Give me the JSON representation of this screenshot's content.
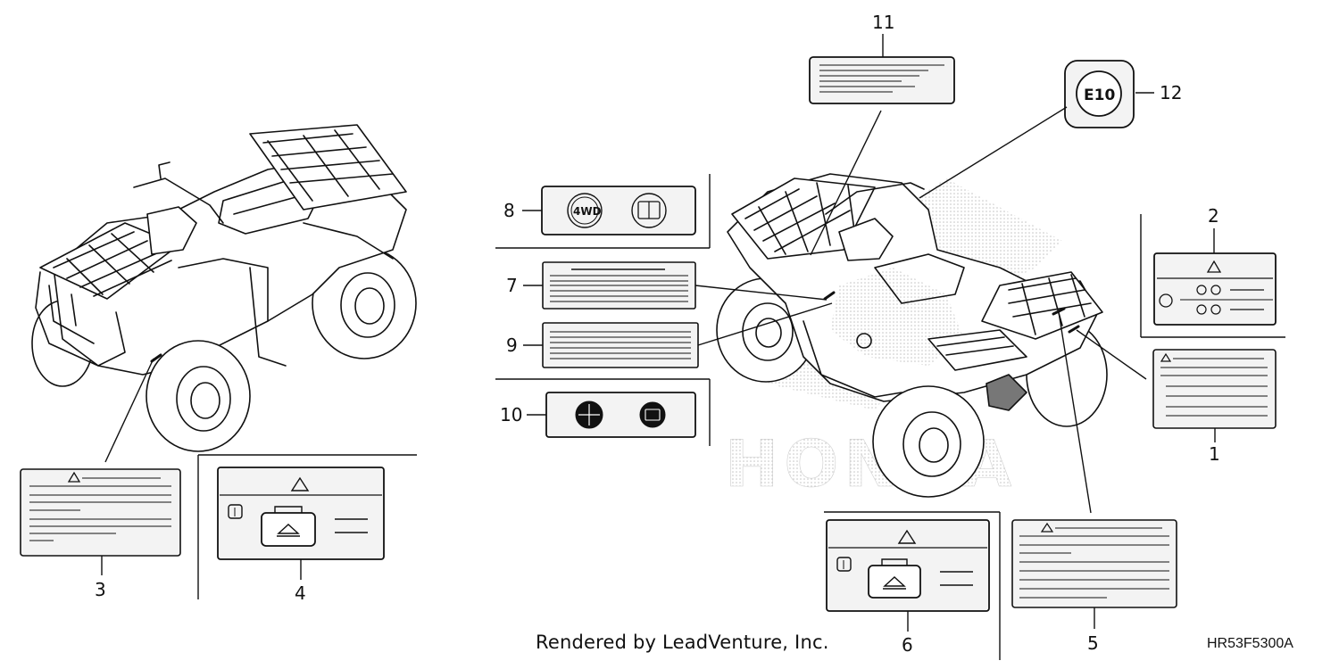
{
  "diagram": {
    "callouts": [
      {
        "id": "callout-1",
        "label": "1"
      },
      {
        "id": "callout-2",
        "label": "2"
      },
      {
        "id": "callout-3",
        "label": "3"
      },
      {
        "id": "callout-4",
        "label": "4"
      },
      {
        "id": "callout-5",
        "label": "5"
      },
      {
        "id": "callout-6",
        "label": "6"
      },
      {
        "id": "callout-7",
        "label": "7"
      },
      {
        "id": "callout-8",
        "label": "8"
      },
      {
        "id": "callout-9",
        "label": "9"
      },
      {
        "id": "callout-10",
        "label": "10"
      },
      {
        "id": "callout-11",
        "label": "11"
      },
      {
        "id": "callout-12",
        "label": "12"
      }
    ],
    "label_symbols": {
      "e10": "E10",
      "four_wd": "4WD"
    },
    "watermark_text": "HONDA"
  },
  "footer": {
    "credit": "Rendered by LeadVenture, Inc.",
    "drawing_id": "HR53F5300A"
  },
  "colors": {
    "line": "#111111",
    "label_fill": "#f2f2f2",
    "watermark": "#bdbdbd"
  }
}
